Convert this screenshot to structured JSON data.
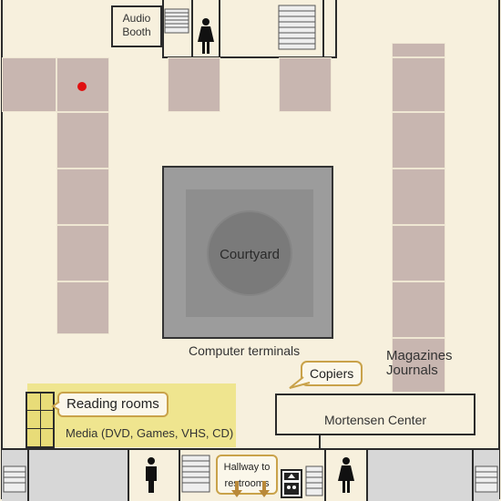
{
  "map": {
    "background_color": "#f7f0dd",
    "stack_color": "#c8b6b0",
    "hall_color": "#d7d7d7",
    "highlight_color": "#efe58f",
    "callout_border_color": "#c9a24a",
    "marker_color": "#e01010"
  },
  "labels": {
    "audio_booth": "Audio\nBooth",
    "courtyard": "Courtyard",
    "computer_terminals": "Computer terminals",
    "magazines_journals": "Magazines\nJournals",
    "copiers": "Copiers",
    "reading_rooms": "Reading rooms",
    "media": "Media (DVD, Games, VHS, CD)",
    "mortensen_center": "Mortensen Center",
    "hallway_to_restrooms": "Hallway to\nrestrooms"
  },
  "icons": [
    "female-restroom-icon",
    "male-restroom-icon",
    "elevator-icon",
    "stairs-icon",
    "down-arrow-icon",
    "location-marker-icon"
  ]
}
